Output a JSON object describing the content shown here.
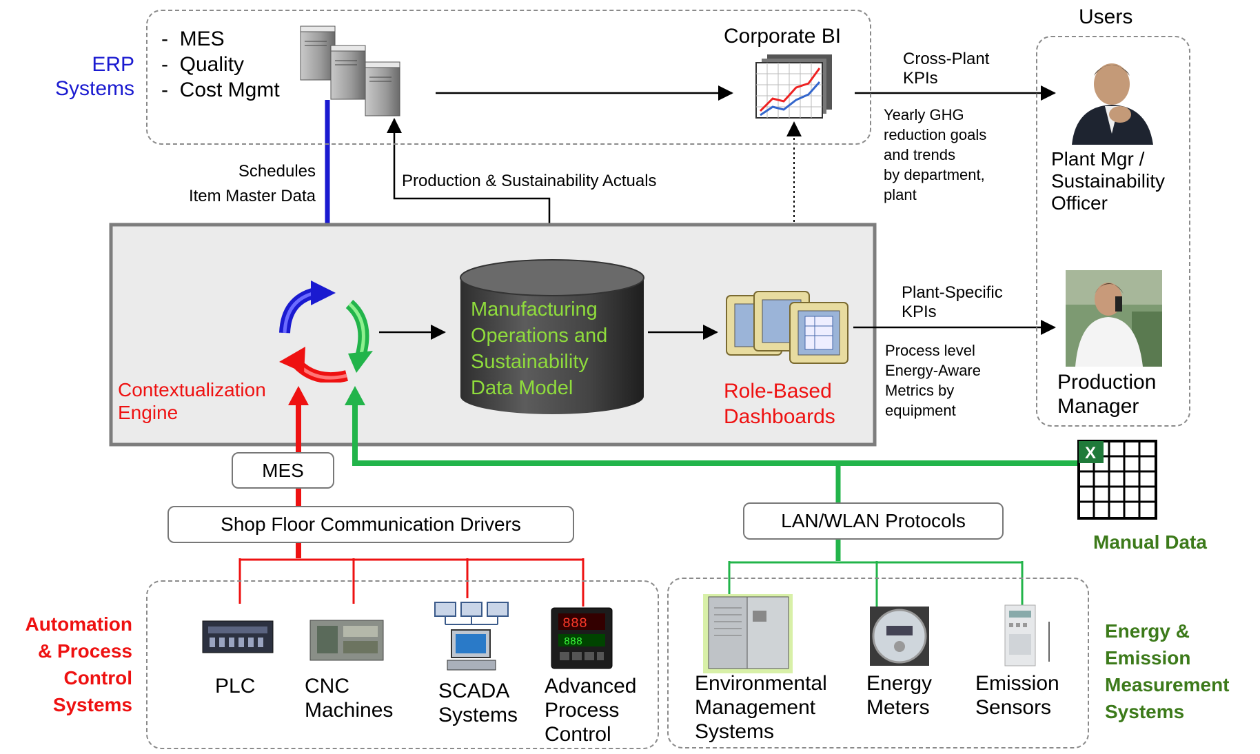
{
  "erp": {
    "label": "ERP\nSystems",
    "items": [
      "-  MES",
      "-  Quality",
      "-  Cost Mgmt"
    ]
  },
  "corporate_bi": {
    "label": "Corporate BI"
  },
  "users": {
    "title": "Users",
    "plant_mgr": "Plant Mgr /\nSustainability\n Officer",
    "production_mgr": "Production\nManager"
  },
  "flows": {
    "cross_plant_kpis": "Cross-Plant\nKPIs",
    "yearly_ghg": "Yearly GHG\nreduction goals\n and  trends\nby department,\nplant",
    "schedules": "Schedules\nItem Master Data",
    "production_actuals": "Production & Sustainability Actuals",
    "plant_specific_kpis": "Plant-Specific\nKPIs",
    "process_level": "Process level\nEnergy-Aware\nMetrics by\nequipment"
  },
  "core": {
    "engine_label": "Contextualization\nEngine",
    "data_model": "Manufacturing\nOperations and\nSustainability\nData Model",
    "dashboards": "Role-Based\nDashboards"
  },
  "bus": {
    "mes": "MES",
    "shop_floor": "Shop Floor Communication Drivers",
    "lan": "LAN/WLAN Protocols",
    "manual_data": "Manual Data"
  },
  "automation": {
    "label": "Automation\n& Process\nControl\nSystems",
    "devices": [
      "PLC",
      "CNC\nMachines",
      "SCADA\nSystems",
      "Advanced\nProcess\nControl"
    ]
  },
  "energy": {
    "label": "Energy &\nEmission\nMeasurement\nSystems",
    "devices": [
      "Environmental\nManagement\nSystems",
      "Energy\nMeters",
      "Emission\nSensors"
    ]
  },
  "colors": {
    "erp_blue": "#1a1ad0",
    "red": "#ee1111",
    "green": "#22b44a",
    "dark_green": "#3c7a1a",
    "db_text": "#8fdc3c"
  }
}
